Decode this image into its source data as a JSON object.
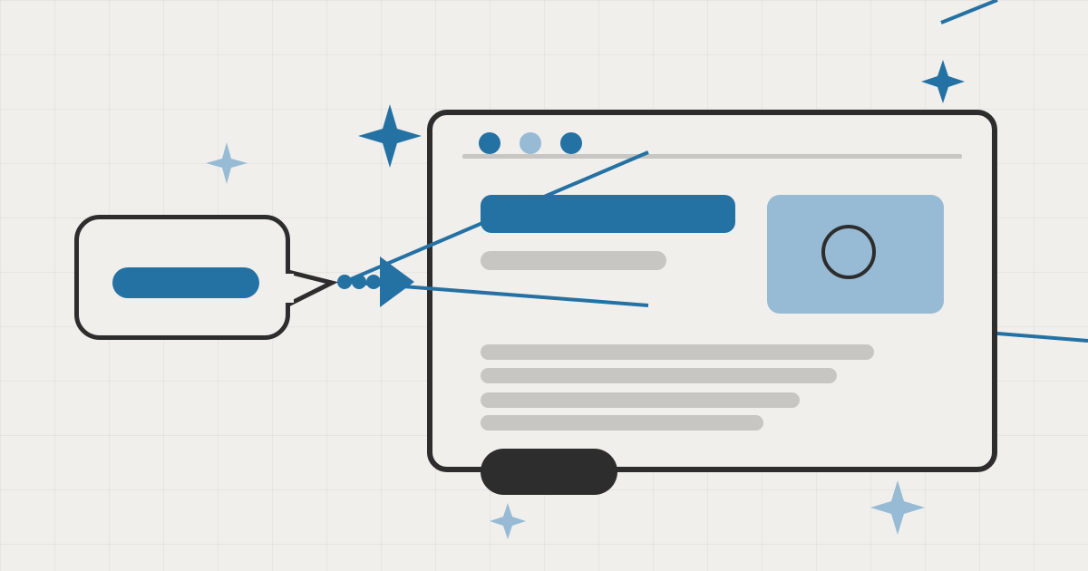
{
  "colors": {
    "background": "#f0efec",
    "ink": "#2d2d2d",
    "accent": "#2471a3",
    "accent_light": "#97bbd4",
    "placeholder": "#c8c6c2"
  },
  "icons": {
    "window_dots": [
      "dot-accent",
      "dot-light",
      "dot-accent"
    ],
    "image_glyph": "circle-icon",
    "sparkles": [
      "sparkle-icon",
      "sparkle-icon",
      "sparkle-icon",
      "sparkle-icon",
      "sparkle-icon"
    ]
  }
}
